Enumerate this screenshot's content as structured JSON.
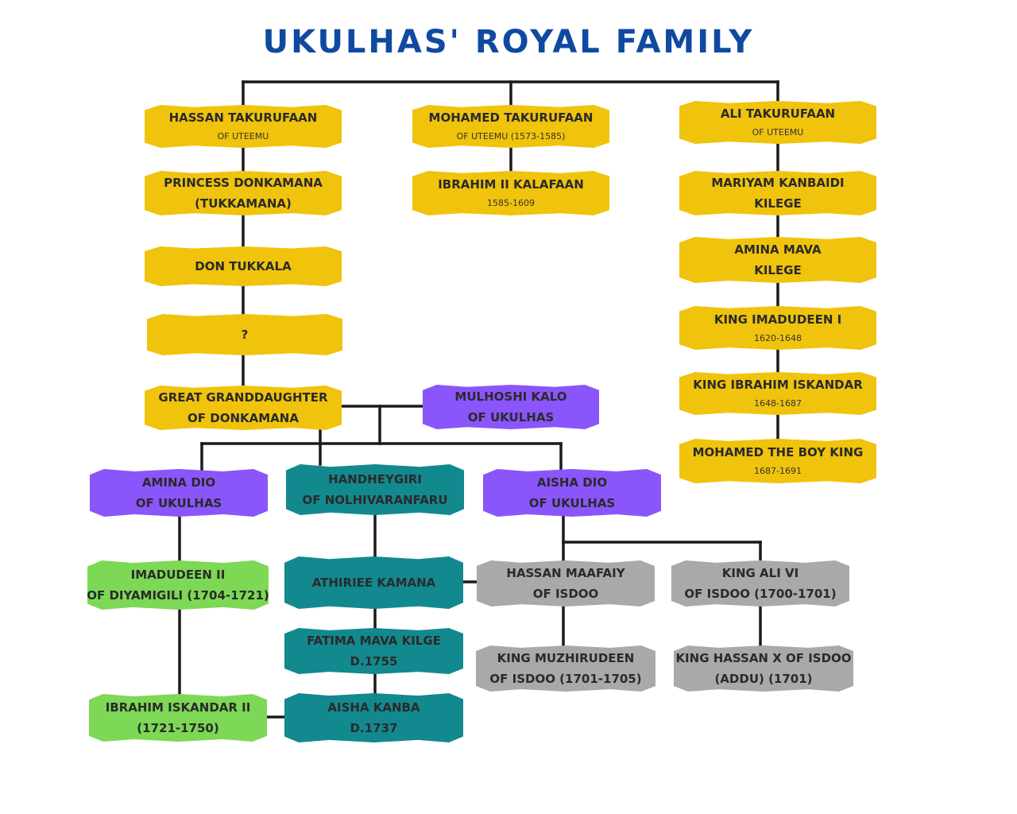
{
  "title": "UKULHAS' ROYAL FAMILY",
  "colors": {
    "title": "#0f4aa0",
    "yellow": "#f0c30c",
    "purple": "#8a55fa",
    "teal": "#12898f",
    "green": "#7dd855",
    "grey": "#a9a9a9",
    "connector": "#1a1a1a"
  },
  "nodes": {
    "hassan_takurufaan": {
      "line1": "HASSAN TAKURUFAAN",
      "sub": "OF UTEEMU"
    },
    "mohamed_takurufaan": {
      "line1": "MOHAMED TAKURUFAAN",
      "sub": "OF UTEEMU (1573-1585)"
    },
    "ali_takurufaan": {
      "line1": "ALI TAKURUFAAN",
      "sub": "OF UTEEMU"
    },
    "princess_donkamana": {
      "line1": "PRINCESS DONKAMANA",
      "line2": "(TUKKAMANA)"
    },
    "ibrahim_ii_kalafaan": {
      "line1": "IBRAHIM II KALAFAAN",
      "sub": "1585-1609"
    },
    "mariyam_kanbaidi": {
      "line1": "MARIYAM KANBAIDI",
      "line2": "KILEGE"
    },
    "don_tukkala": {
      "line1": "DON TUKKALA"
    },
    "amina_mava": {
      "line1": "AMINA MAVA",
      "line2": "KILEGE"
    },
    "unknown": {
      "line1": "?"
    },
    "imadudeen_i": {
      "line1": "KING IMADUDEEN I",
      "sub": "1620-1648"
    },
    "great_granddaughter": {
      "line1": "GREAT GRANDDAUGHTER",
      "line2": "OF DONKAMANA"
    },
    "mulhoshi_kalo": {
      "line1": "MULHOSHI KALO",
      "line2": "OF UKULHAS"
    },
    "ibrahim_iskandar": {
      "line1": "KING IBRAHIM ISKANDAR",
      "sub": "1648-1687"
    },
    "mohamed_boy_king": {
      "line1": "MOHAMED THE BOY KING",
      "sub": "1687-1691"
    },
    "amina_dio": {
      "line1": "AMINA DIO",
      "line2": "OF UKULHAS"
    },
    "handheygiri": {
      "line1": "HANDHEYGIRI",
      "line2": "OF NOLHIVARANFARU"
    },
    "aisha_dio": {
      "line1": "AISHA DIO",
      "line2": "OF UKULHAS"
    },
    "imadudeen_ii": {
      "line1": "IMADUDEEN II",
      "line2": "OF DIYAMIGILI (1704-1721)"
    },
    "athiriee_kamana": {
      "line1": "ATHIRIEE KAMANA"
    },
    "hassan_maafaiy": {
      "line1": "HASSAN MAAFAIY",
      "line2": "OF ISDOO"
    },
    "king_ali_vi": {
      "line1": "KING ALI VI",
      "line2": "OF ISDOO (1700-1701)"
    },
    "fatima_mava": {
      "line1": "FATIMA MAVA KILGE",
      "line2": "D.1755"
    },
    "muzhirudeen": {
      "line1": "KING MUZHIRUDEEN",
      "line2": "OF ISDOO (1701-1705)"
    },
    "hassan_x": {
      "line1": "KING HASSAN X OF ISDOO",
      "line2": "(ADDU) (1701)"
    },
    "ibrahim_iskandar_ii": {
      "line1": "IBRAHIM ISKANDAR II",
      "line2": "(1721-1750)"
    },
    "aisha_kanba": {
      "line1": "AISHA KANBA",
      "line2": "D.1737"
    }
  }
}
